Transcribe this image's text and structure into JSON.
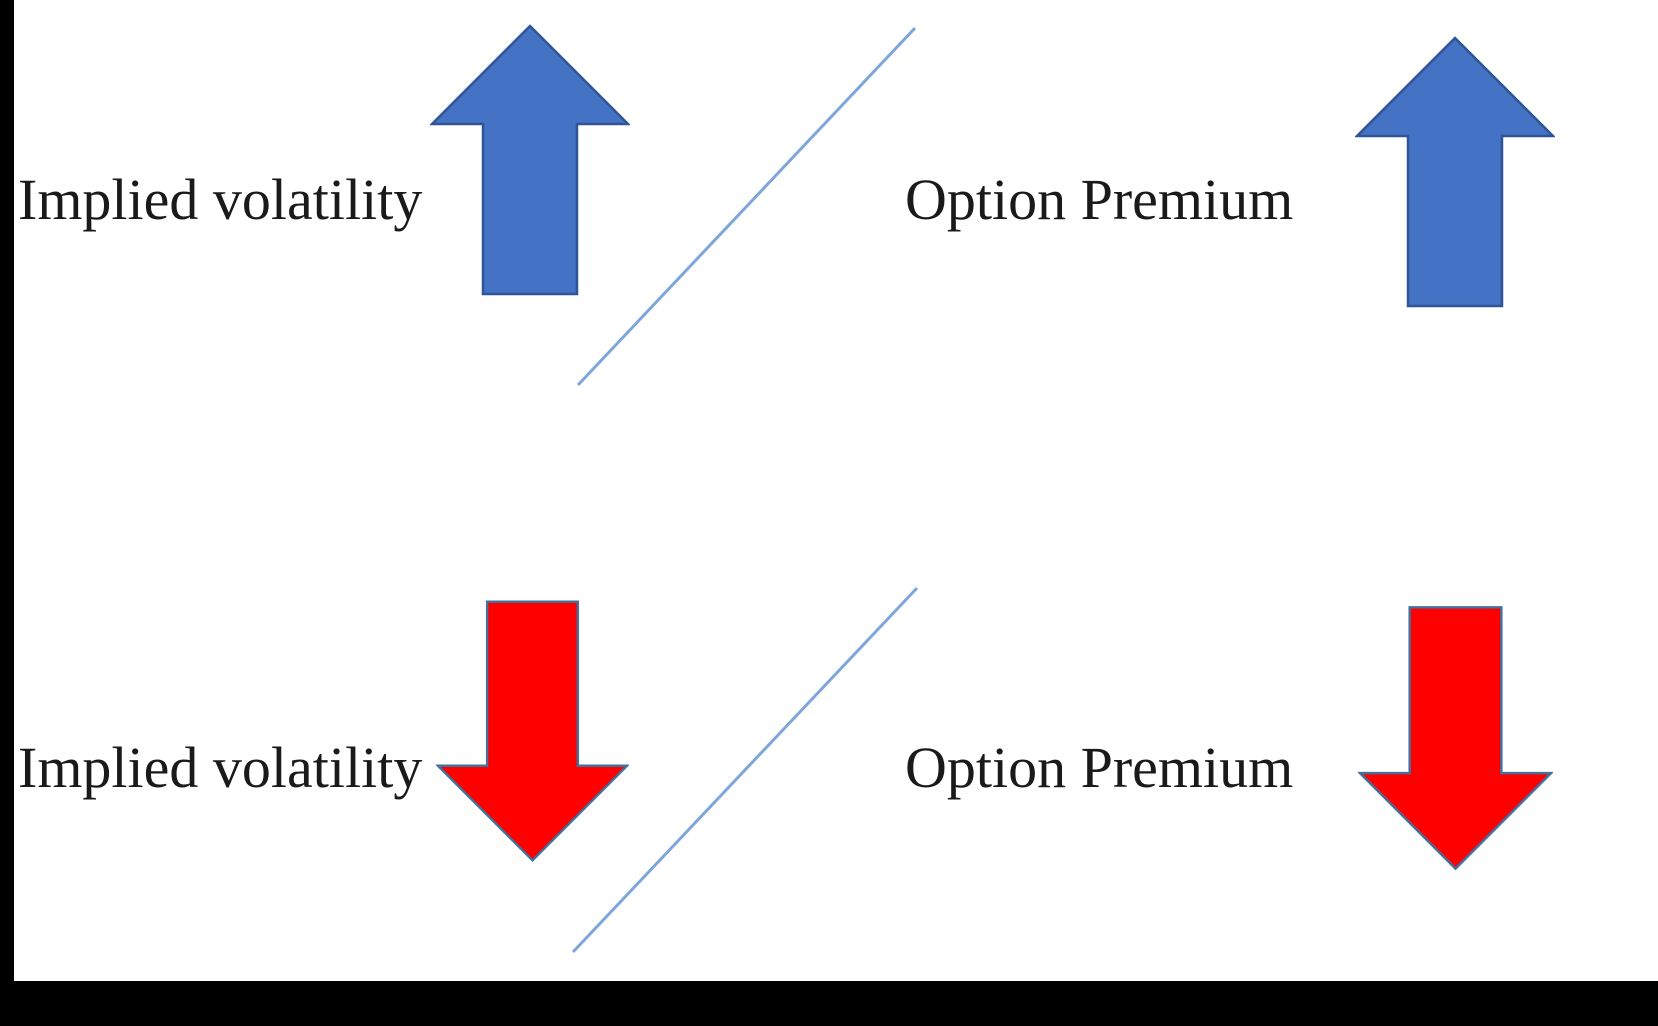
{
  "diagram": {
    "title_hint": "Implied volatility vs option premium relationship",
    "rows": [
      {
        "cause_label": "Implied volatility",
        "effect_label": "Option Premium",
        "direction": "up"
      },
      {
        "cause_label": "Implied volatility",
        "effect_label": "Option Premium",
        "direction": "down"
      }
    ]
  },
  "colors": {
    "up_arrow_fill": "#4472C4",
    "up_arrow_stroke": "#2F5597",
    "down_arrow_fill": "#FF0000",
    "down_arrow_stroke": "#41719C",
    "connector_line": "#7EA6DB",
    "text": "#1A1A1A",
    "background": "#FFFFFF",
    "frame_bar": "#000000"
  }
}
